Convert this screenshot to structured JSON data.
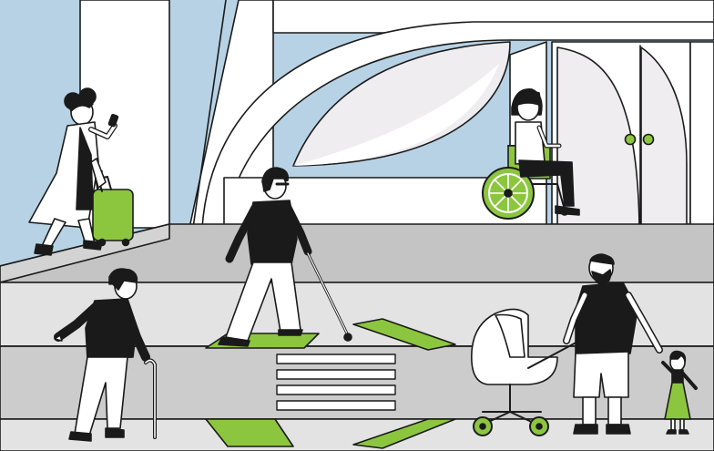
{
  "scene": {
    "description_visible_text": [],
    "colors": {
      "sky": "#b7d2e4",
      "accent_green": "#8cc63f",
      "outline": "#1a1a1a",
      "pavement_light": "#d3d3d3",
      "pavement_mid": "#c4c4c4",
      "building_white": "#ffffff",
      "panel_grey": "#efedf0",
      "figure_black": "#1a1a1a"
    },
    "figures": [
      {
        "id": "woman-with-suitcase-and-phone",
        "icon": "traveler-icon"
      },
      {
        "id": "woman-in-wheelchair",
        "icon": "wheelchair-icon"
      },
      {
        "id": "blind-man-with-white-cane",
        "icon": "white-cane-icon"
      },
      {
        "id": "elderly-man-with-walking-stick",
        "icon": "walking-stick-icon"
      },
      {
        "id": "bearded-man-with-stroller",
        "icon": "stroller-icon"
      },
      {
        "id": "girl-in-green-dress",
        "icon": "child-icon"
      }
    ],
    "elements": [
      "tactile-paving",
      "pedestrian-crosswalk",
      "access-ramp",
      "station-doors"
    ]
  }
}
